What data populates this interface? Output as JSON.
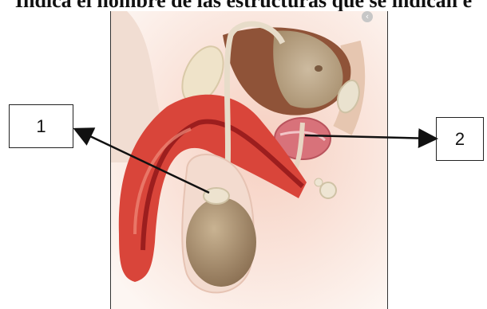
{
  "instruction": "Indica el nombre de las estructuras que se indican e",
  "labels": {
    "one": "1",
    "two": "2"
  },
  "colors": {
    "penis": "#d9453a",
    "skin": "#f3d6c9",
    "testis": "#a88d6e",
    "bladder": "#c9b8a2",
    "prostate": "#d8727a",
    "muscle": "#9a5a3c"
  }
}
